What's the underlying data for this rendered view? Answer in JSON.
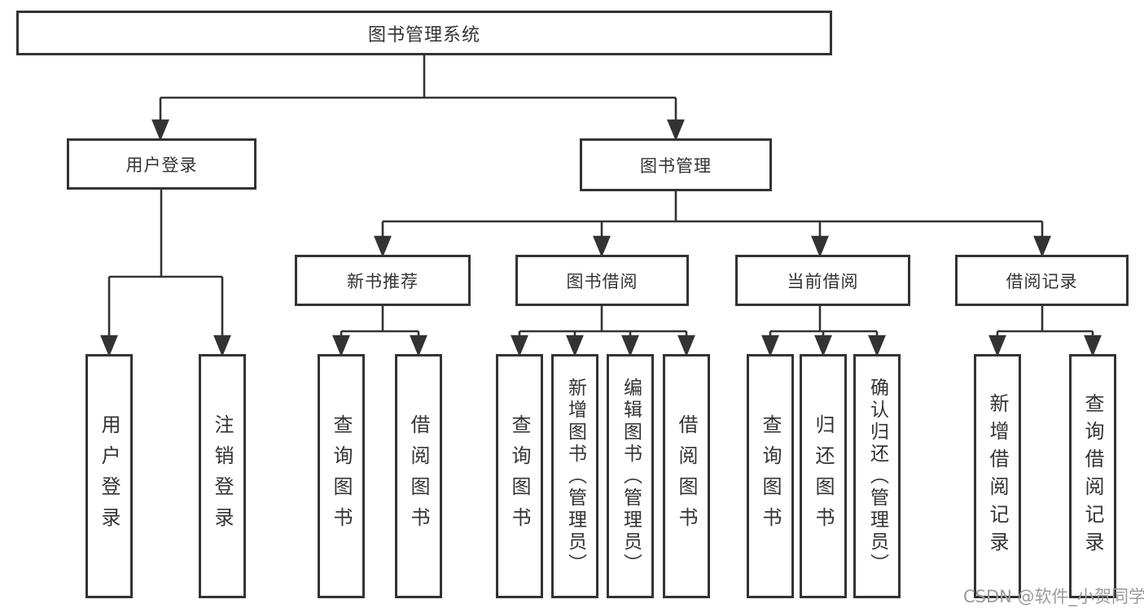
{
  "diagram": {
    "title": "图书管理系统",
    "root": {
      "label": "图书管理系统"
    },
    "level2": [
      {
        "label": "用户登录"
      },
      {
        "label": "图书管理"
      }
    ],
    "level3": [
      {
        "label": "新书推荐"
      },
      {
        "label": "图书借阅"
      },
      {
        "label": "当前借阅"
      },
      {
        "label": "借阅记录"
      }
    ],
    "leaf_groups": [
      {
        "parent": "用户登录",
        "items": [
          {
            "label": "用户登录"
          },
          {
            "label": "注销登录"
          }
        ]
      },
      {
        "parent": "新书推荐",
        "items": [
          {
            "label": "查询图书"
          },
          {
            "label": "借阅图书"
          }
        ]
      },
      {
        "parent": "图书借阅",
        "items": [
          {
            "label": "查询图书"
          },
          {
            "label": "新增图书（管理员）"
          },
          {
            "label": "编辑图书（管理员）"
          },
          {
            "label": "借阅图书"
          }
        ]
      },
      {
        "parent": "当前借阅",
        "items": [
          {
            "label": "查询图书"
          },
          {
            "label": "归还图书"
          },
          {
            "label": "确认归还（管理员）"
          }
        ]
      },
      {
        "parent": "借阅记录",
        "items": [
          {
            "label": "新增借阅记录"
          },
          {
            "label": "查询借阅记录"
          }
        ]
      }
    ]
  },
  "watermark": {
    "text": "CSDN @软件_小贺同学"
  },
  "colors": {
    "line": "#333333",
    "box_border": "#333333",
    "box_background": "#ffffff",
    "text": "#333333",
    "watermark_text": "#9b9b9f"
  }
}
